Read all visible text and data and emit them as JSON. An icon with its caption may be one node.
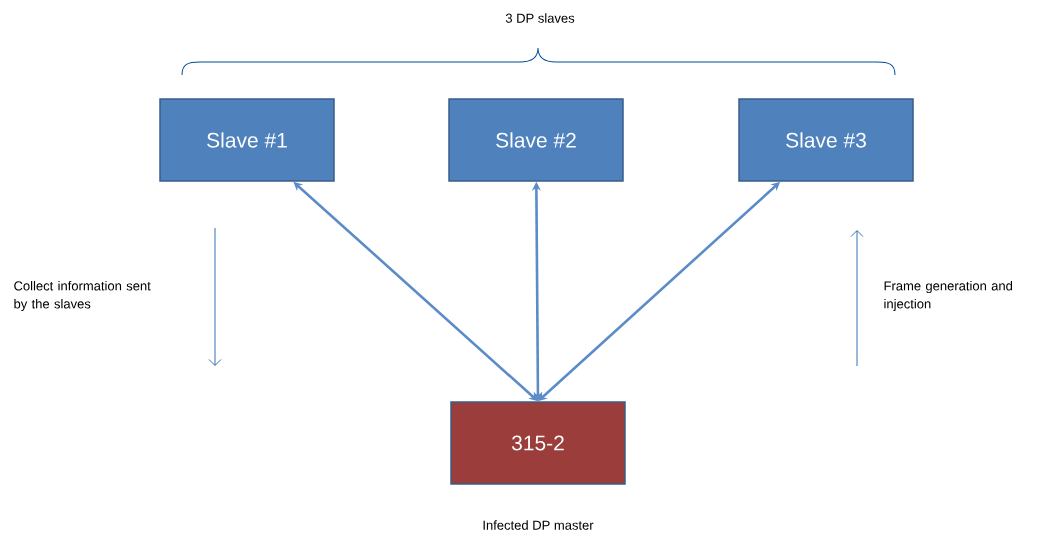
{
  "diagram": {
    "nodes": [
      {
        "text": [
          "Slave #1"
        ]
      },
      {
        "text": [
          "Slave #2"
        ]
      },
      {
        "text": [
          "Slave #3"
        ]
      },
      {
        "text": [
          "315-2"
        ],
        "beside": [
          "Infected DP master"
        ]
      }
    ],
    "edges": [
      {
        "from": 0,
        "to": 3,
        "arrow": "both"
      },
      {
        "from": 1,
        "to": 3,
        "arrow": "both"
      },
      {
        "from": 2,
        "to": 3,
        "arrow": "both"
      }
    ],
    "labels": [
      "3 DP slaves",
      "Collect information sent by the slaves",
      "Frame generation and injection"
    ]
  }
}
